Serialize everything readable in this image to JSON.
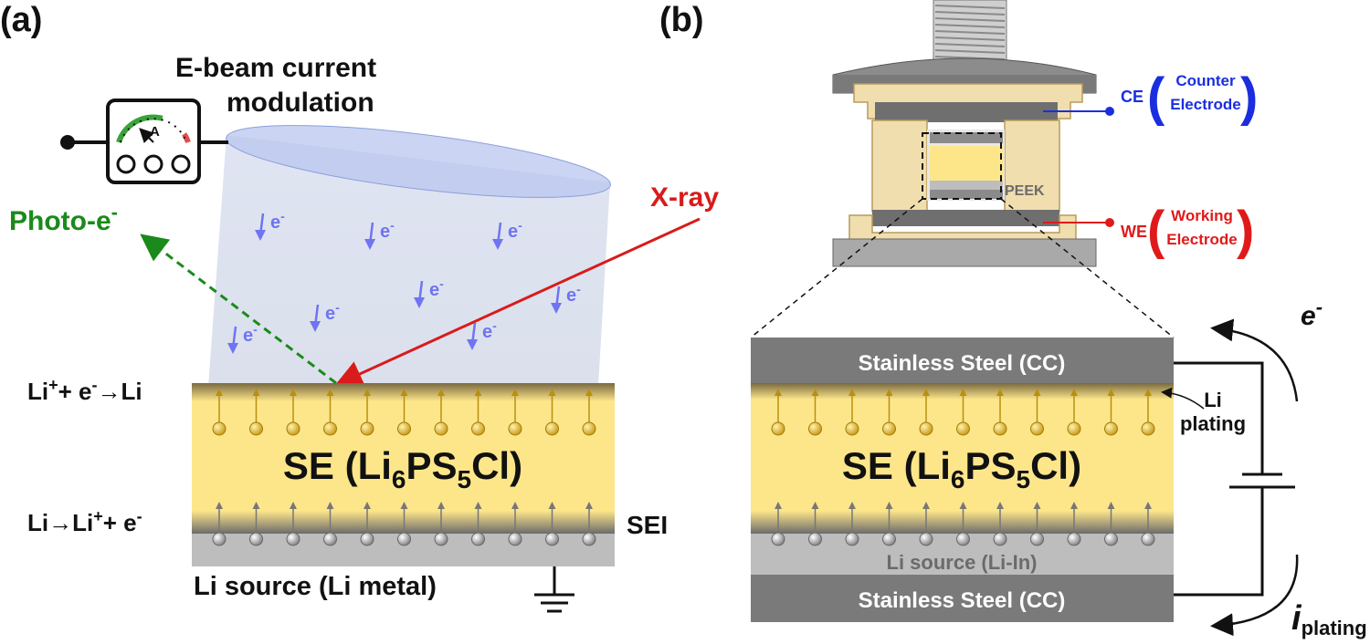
{
  "panel_a": {
    "label": "(a)",
    "ebeam_title_1": "E-beam current",
    "ebeam_title_2": "modulation",
    "ammeter_symbol": "A",
    "photo_e": "Photo-e",
    "photo_e_sup": "-",
    "xray": "X-ray",
    "electron": "e",
    "electron_sup": "-",
    "reaction_top": {
      "a": "Li",
      "sup1": "+",
      "b": "+ e",
      "sup2": "-",
      "arrow": "→",
      "c": "Li"
    },
    "reaction_bottom": {
      "a": "Li",
      "arrow": "→",
      "b": "Li",
      "sup1": "+",
      "c": "+ e",
      "sup2": "-"
    },
    "se_main": "SE (Li",
    "se_sub1": "6",
    "se_mid": "PS",
    "se_sub2": "5",
    "se_end": "Cl)",
    "sei": "SEI",
    "li_source": "Li source (Li metal)",
    "icons": [
      "ammeter-icon",
      "ground-icon"
    ]
  },
  "panel_b": {
    "label": "(b)",
    "ce": "CE",
    "ce_full_1": "Counter",
    "ce_full_2": "Electrode",
    "we": "WE",
    "we_full_1": "Working",
    "we_full_2": "Electrode",
    "peek": "PEEK",
    "ss_top": "Stainless Steel (CC)",
    "ss_bottom": "Stainless Steel (CC)",
    "li_plating_1": "Li",
    "li_plating_2": "plating",
    "se_main": "SE (Li",
    "se_sub1": "6",
    "se_mid": "PS",
    "se_sub2": "5",
    "se_end": "Cl)",
    "li_source": "Li source (Li-In)",
    "e_label": "e",
    "e_sup": "-",
    "i_label": "i",
    "i_sub": "plating",
    "icons": [
      "battery-icon",
      "cell-press-icon"
    ]
  },
  "colors": {
    "se_yellow": "#fde68a",
    "gold_ion": "#d4a017",
    "electron_blue": "#6f74f2",
    "xray_red": "#d91b1b",
    "photo_green": "#1a8a1a",
    "ce_blue": "#1a2ee0",
    "we_red": "#e01a1a",
    "steel_gray": "#7a7a7a",
    "li_gray": "#bdbdbd"
  }
}
